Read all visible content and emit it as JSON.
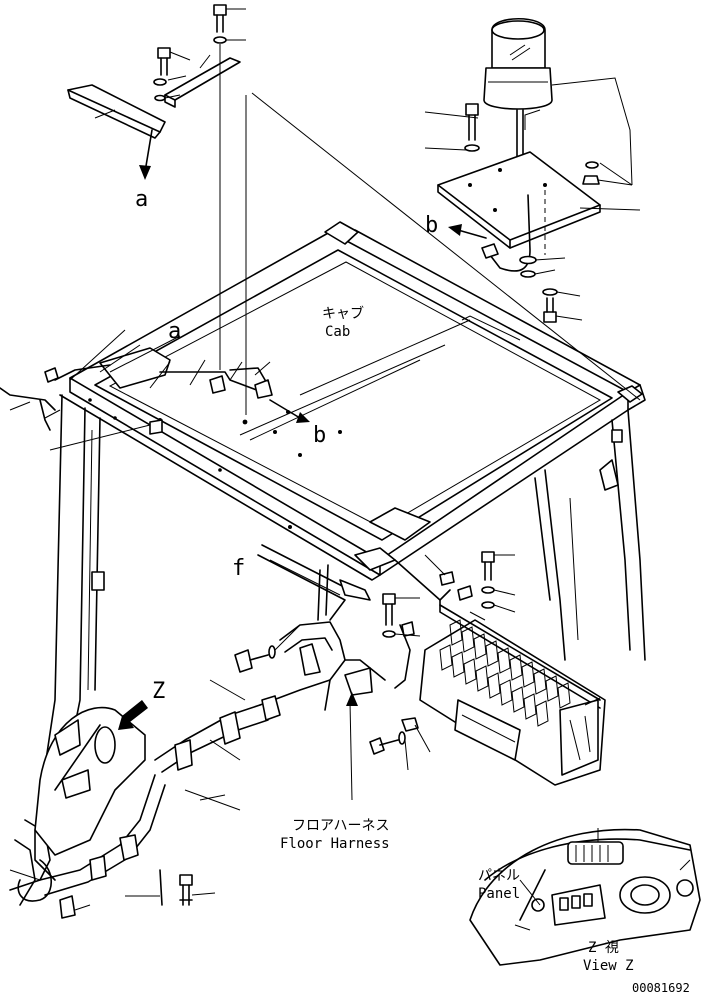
{
  "labels": {
    "cab_jp": "キャブ",
    "cab_en": "Cab",
    "floor_harness_jp": "フロアハーネス",
    "floor_harness_en": "Floor Harness",
    "panel_jp": "パネル",
    "panel_en": "Panel",
    "view_z_jp": "Z 視",
    "view_z_en": "View Z",
    "letter_a_top": "a",
    "letter_a_roof": "a",
    "letter_b_top": "b",
    "letter_b_roof": "b",
    "letter_f": "f",
    "letter_z": "Z",
    "drawing_number": "00081692"
  }
}
